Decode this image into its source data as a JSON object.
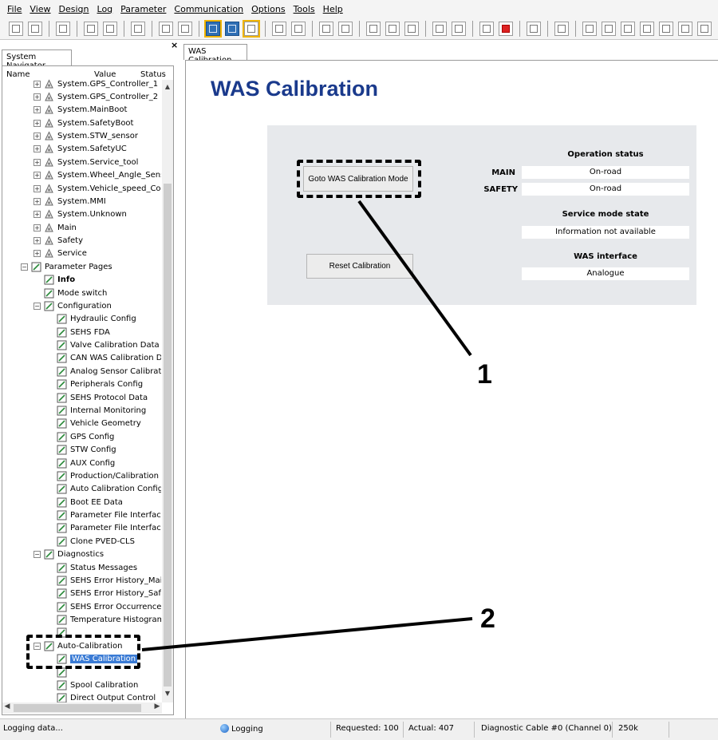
{
  "menu": [
    "File",
    "View",
    "Design",
    "Log",
    "Parameter",
    "Communication",
    "Options",
    "Tools",
    "Help"
  ],
  "navigator": {
    "tab_label": "System Navigator",
    "close_glyph": "×",
    "columns": {
      "name": "Name",
      "value": "Value",
      "status": "Status"
    },
    "tree": [
      {
        "label": "System.GPS_Controller_1",
        "level": 1,
        "expander": "+",
        "icon": "system"
      },
      {
        "label": "System.GPS_Controller_2",
        "level": 1,
        "expander": "+",
        "icon": "system"
      },
      {
        "label": "System.MainBoot",
        "level": 1,
        "expander": "+",
        "icon": "system"
      },
      {
        "label": "System.SafetyBoot",
        "level": 1,
        "expander": "+",
        "icon": "system"
      },
      {
        "label": "System.STW_sensor",
        "level": 1,
        "expander": "+",
        "icon": "system"
      },
      {
        "label": "System.SafetyUC",
        "level": 1,
        "expander": "+",
        "icon": "system"
      },
      {
        "label": "System.Service_tool",
        "level": 1,
        "expander": "+",
        "icon": "system"
      },
      {
        "label": "System.Wheel_Angle_Sensor",
        "level": 1,
        "expander": "+",
        "icon": "system"
      },
      {
        "label": "System.Vehicle_speed_Co…",
        "level": 1,
        "expander": "+",
        "icon": "system"
      },
      {
        "label": "System.MMI",
        "level": 1,
        "expander": "+",
        "icon": "system"
      },
      {
        "label": "System.Unknown",
        "level": 1,
        "expander": "+",
        "icon": "system"
      },
      {
        "label": "Main",
        "level": 1,
        "expander": "+",
        "icon": "system"
      },
      {
        "label": "Safety",
        "level": 1,
        "expander": "+",
        "icon": "system"
      },
      {
        "label": "Service",
        "level": 1,
        "expander": "+",
        "icon": "system"
      },
      {
        "label": "Parameter Pages",
        "level": 0,
        "expander": "−",
        "icon": "page"
      },
      {
        "label": "Info",
        "level": 1,
        "expander": "",
        "icon": "page",
        "bold": true
      },
      {
        "label": "Mode switch",
        "level": 1,
        "expander": "",
        "icon": "page"
      },
      {
        "label": "Configuration",
        "level": 1,
        "expander": "−",
        "icon": "page"
      },
      {
        "label": "Hydraulic Config",
        "level": 2,
        "expander": "",
        "icon": "page"
      },
      {
        "label": "SEHS FDA",
        "level": 2,
        "expander": "",
        "icon": "page"
      },
      {
        "label": "Valve Calibration Data",
        "level": 2,
        "expander": "",
        "icon": "page"
      },
      {
        "label": "CAN WAS Calibration D…",
        "level": 2,
        "expander": "",
        "icon": "page"
      },
      {
        "label": "Analog Sensor Calibrati…",
        "level": 2,
        "expander": "",
        "icon": "page"
      },
      {
        "label": "Peripherals Config",
        "level": 2,
        "expander": "",
        "icon": "page"
      },
      {
        "label": "SEHS Protocol Data",
        "level": 2,
        "expander": "",
        "icon": "page"
      },
      {
        "label": "Internal Monitoring",
        "level": 2,
        "expander": "",
        "icon": "page"
      },
      {
        "label": "Vehicle Geometry",
        "level": 2,
        "expander": "",
        "icon": "page"
      },
      {
        "label": "GPS Config",
        "level": 2,
        "expander": "",
        "icon": "page"
      },
      {
        "label": "STW Config",
        "level": 2,
        "expander": "",
        "icon": "page"
      },
      {
        "label": "AUX Config",
        "level": 2,
        "expander": "",
        "icon": "page"
      },
      {
        "label": "Production/Calibration …",
        "level": 2,
        "expander": "",
        "icon": "page"
      },
      {
        "label": "Auto Calibration Config",
        "level": 2,
        "expander": "",
        "icon": "page"
      },
      {
        "label": "Boot EE Data",
        "level": 2,
        "expander": "",
        "icon": "page"
      },
      {
        "label": "Parameter File Interfac…",
        "level": 2,
        "expander": "",
        "icon": "page"
      },
      {
        "label": "Parameter File Interfac…",
        "level": 2,
        "expander": "",
        "icon": "page"
      },
      {
        "label": "Clone PVED-CLS",
        "level": 2,
        "expander": "",
        "icon": "page"
      },
      {
        "label": "Diagnostics",
        "level": 1,
        "expander": "−",
        "icon": "page"
      },
      {
        "label": "Status Messages",
        "level": 2,
        "expander": "",
        "icon": "page"
      },
      {
        "label": "SEHS Error History_Main",
        "level": 2,
        "expander": "",
        "icon": "page"
      },
      {
        "label": "SEHS Error History_Saf…",
        "level": 2,
        "expander": "",
        "icon": "page"
      },
      {
        "label": "SEHS Error Occurrence…",
        "level": 2,
        "expander": "",
        "icon": "page"
      },
      {
        "label": "Temperature Histogram",
        "level": 2,
        "expander": "",
        "icon": "page"
      },
      {
        "label": "",
        "level": 2,
        "expander": "",
        "icon": "page"
      },
      {
        "label": "Auto-Calibration",
        "level": 1,
        "expander": "−",
        "icon": "page"
      },
      {
        "label": "WAS Calibration",
        "level": 2,
        "expander": "",
        "icon": "page",
        "selected": true
      },
      {
        "label": "",
        "level": 2,
        "expander": "",
        "icon": "page"
      },
      {
        "label": "Spool Calibration",
        "level": 2,
        "expander": "",
        "icon": "page"
      },
      {
        "label": "Direct Output Control",
        "level": 2,
        "expander": "",
        "icon": "page"
      }
    ]
  },
  "document": {
    "tab_label": "WAS Calibration",
    "title": "WAS Calibration",
    "goto_button": "Goto WAS Calibration Mode",
    "reset_button": "Reset Calibration",
    "operation_status": {
      "heading": "Operation status",
      "main_label": "MAIN",
      "main_value": "On-road",
      "safety_label": "SAFETY",
      "safety_value": "On-road"
    },
    "service_mode": {
      "heading": "Service mode state",
      "value": "Information not available"
    },
    "was_interface": {
      "heading": "WAS interface",
      "value": "Analogue"
    }
  },
  "callouts": {
    "one": "1",
    "two": "2"
  },
  "statusbar": {
    "message": "Logging data...",
    "logging": "Logging",
    "requested": "Requested: 100",
    "actual": "Actual: 407",
    "cable": "Diagnostic Cable #0 (Channel 0)",
    "baud": "250k"
  },
  "colors": {
    "title": "#1a3a8c",
    "selection": "#3a7bd5",
    "card": "#e7e9ec"
  }
}
